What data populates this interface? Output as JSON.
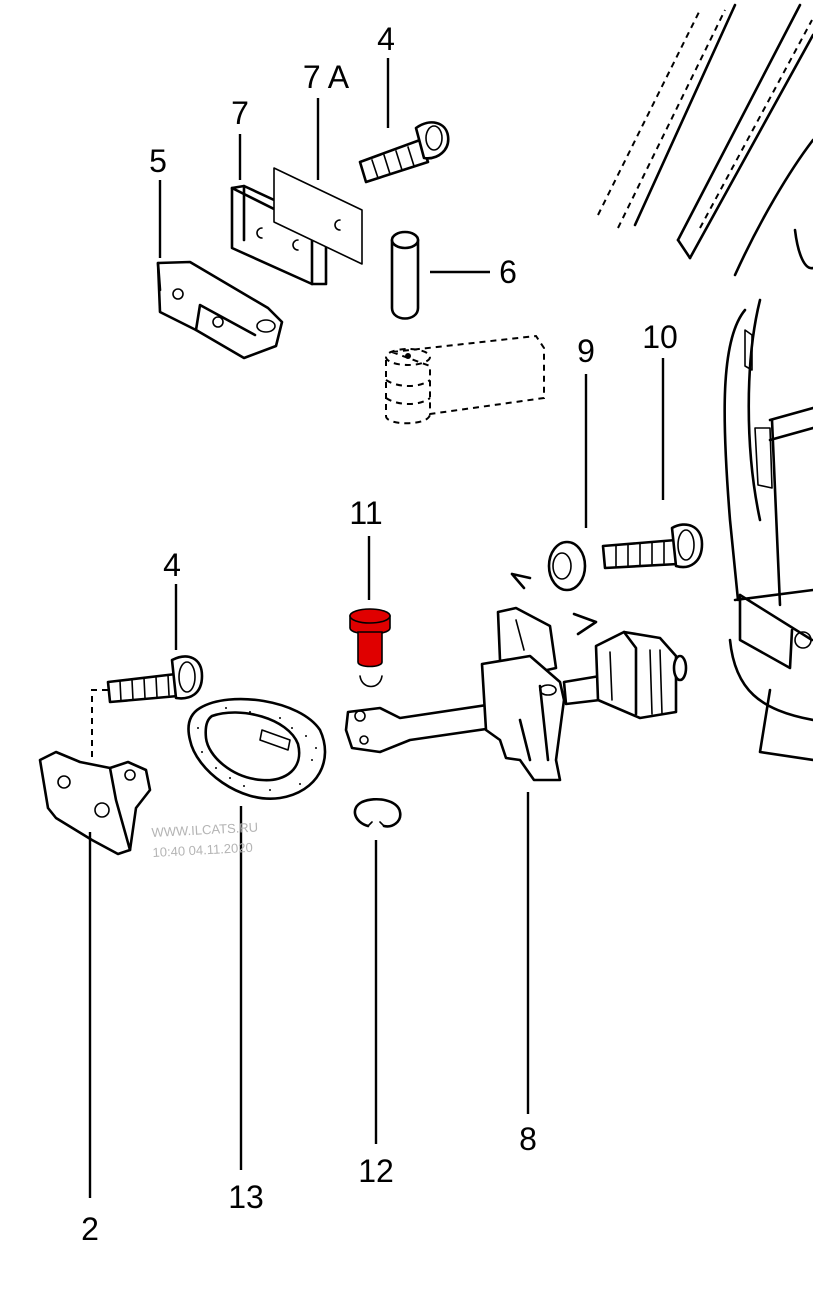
{
  "labels": {
    "p2": "2",
    "p4a": "4",
    "p4b": "4",
    "p5": "5",
    "p6": "6",
    "p7": "7",
    "p7a": "7 A",
    "p8": "8",
    "p9": "9",
    "p10": "10",
    "p11": "11",
    "p12": "12",
    "p13": "13"
  },
  "watermark": {
    "line1": "WWW.ILCATS.RU",
    "line2": "10:40 04.11.2020"
  },
  "colors": {
    "highlight": "#e00000",
    "line": "#000000",
    "watermark": "#b4b4b4"
  }
}
